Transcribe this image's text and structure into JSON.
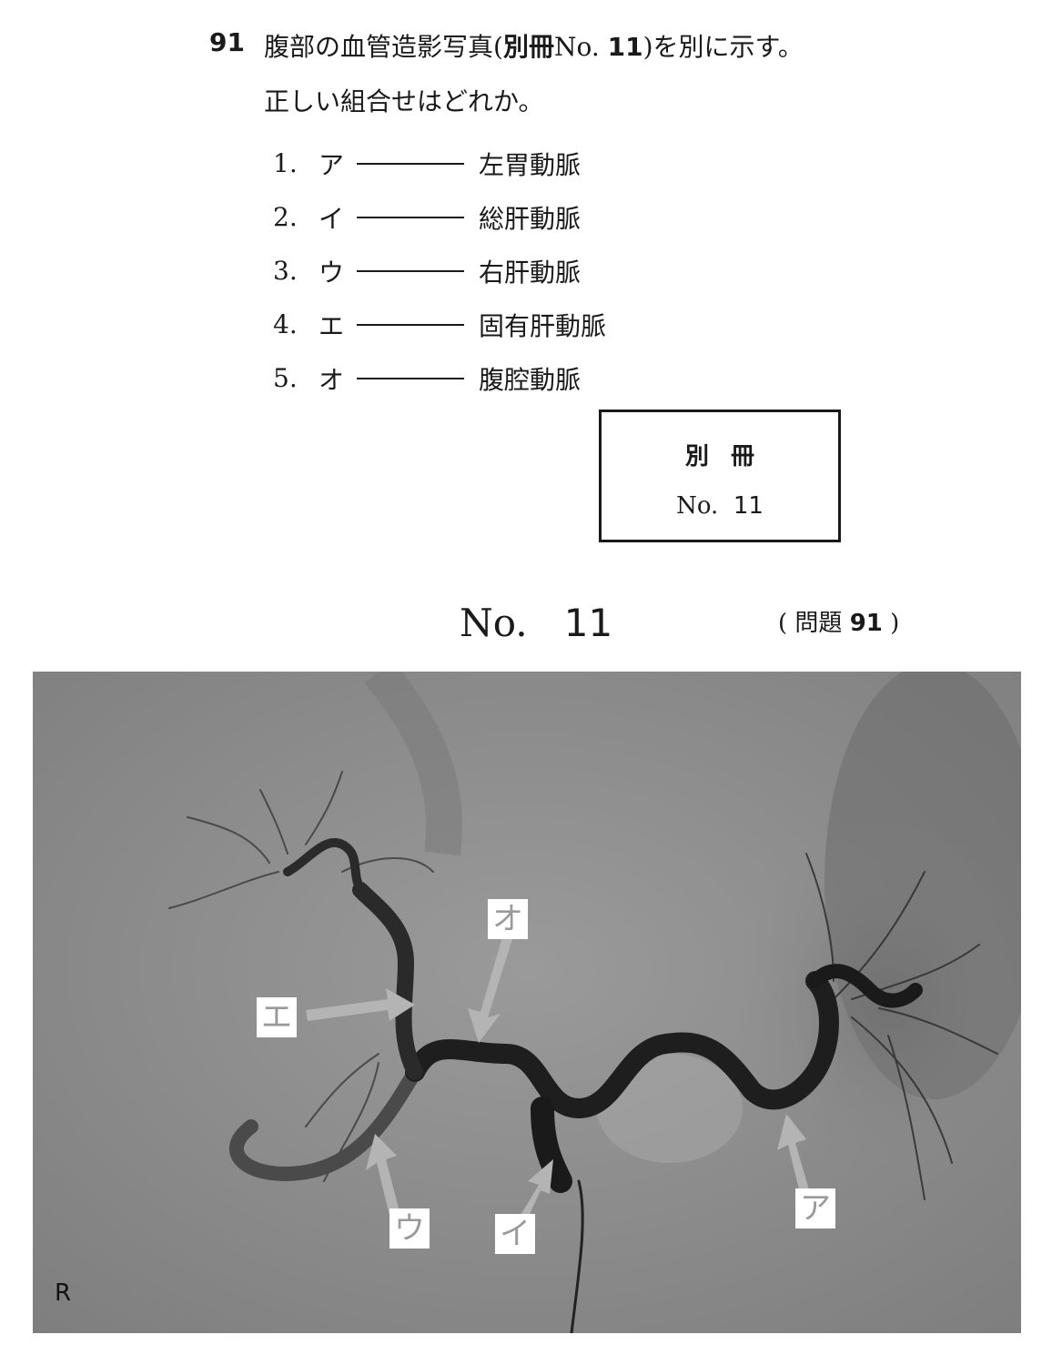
{
  "question": {
    "number": "91",
    "line1_prefix": "腹部の血管造影写真",
    "line1_paren_open": "(",
    "line1_ref_bold": "別冊",
    "line1_ref_no": "No. ",
    "line1_ref_num": "11",
    "line1_paren_close": ")",
    "line1_suffix": "を別に示す。",
    "line2": "正しい組合せはどれか。"
  },
  "choices": [
    {
      "num": "1.",
      "kana": "ア",
      "answer": "左胃動脈"
    },
    {
      "num": "2.",
      "kana": "イ",
      "answer": "総肝動脈"
    },
    {
      "num": "3.",
      "kana": "ウ",
      "answer": "右肝動脈"
    },
    {
      "num": "4.",
      "kana": "エ",
      "answer": "固有肝動脈"
    },
    {
      "num": "5.",
      "kana": "オ",
      "answer": "腹腔動脈"
    }
  ],
  "ref_box": {
    "title": "別冊",
    "no_label": "No.",
    "no_value": "11"
  },
  "figure_header": {
    "no_label": "No.",
    "no_value": "11",
    "question_ref_open": "( 問題 ",
    "question_ref_num": "91",
    "question_ref_close": " )"
  },
  "figure_labels": {
    "a": "ア",
    "i": "イ",
    "u": "ウ",
    "e": "エ",
    "o": "オ",
    "r": "R"
  }
}
